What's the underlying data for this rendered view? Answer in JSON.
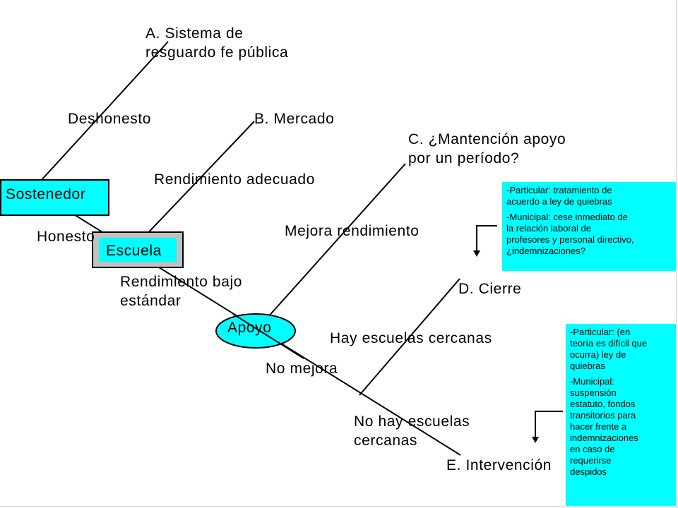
{
  "nodes": {
    "sostenedor": "Sostenedor",
    "escuela": "Escuela",
    "apoyo": "Apoyo"
  },
  "edges": {
    "deshonesto": "Deshonesto",
    "honesto": "Honesto",
    "rendimiento_adecuado": "Rendimiento adecuado",
    "rendimiento_bajo": "Rendimiento bajo\nestándar",
    "mejora": "Mejora rendimiento",
    "no_mejora": "No mejora",
    "hay_escuelas": "Hay escuelas cercanas",
    "no_hay_escuelas": "No hay escuelas\ncercanas"
  },
  "outcomes": {
    "a": "A. Sistema de\nresguardo fe pública",
    "b": "B. Mercado",
    "c": "C. ¿Mantención apoyo\npor un período?",
    "d": "D. Cierre",
    "e": "E. Intervención"
  },
  "notes": {
    "cierre": [
      "-Particular: tratamiento de\nacuerdo a ley de quiebras",
      "-Municipal: cese inmediato de\nla relación laboral de\nprofesores y personal directivo,\n¿indemnizaciones?"
    ],
    "intervencion": [
      "-Particular: (en\nteoría es difícil que\nocurra) ley de\nquiebras",
      "-Municipal:\nsuspensión\nestatuto, fondos\ntransitorios para\nhacer frente a\nindemnizaciones\nen caso de\nrequerirse\ndespidos"
    ]
  },
  "colors": {
    "node_fill": "#00ffff",
    "escuela_frame": "#c0c0c0",
    "line": "#000000"
  }
}
